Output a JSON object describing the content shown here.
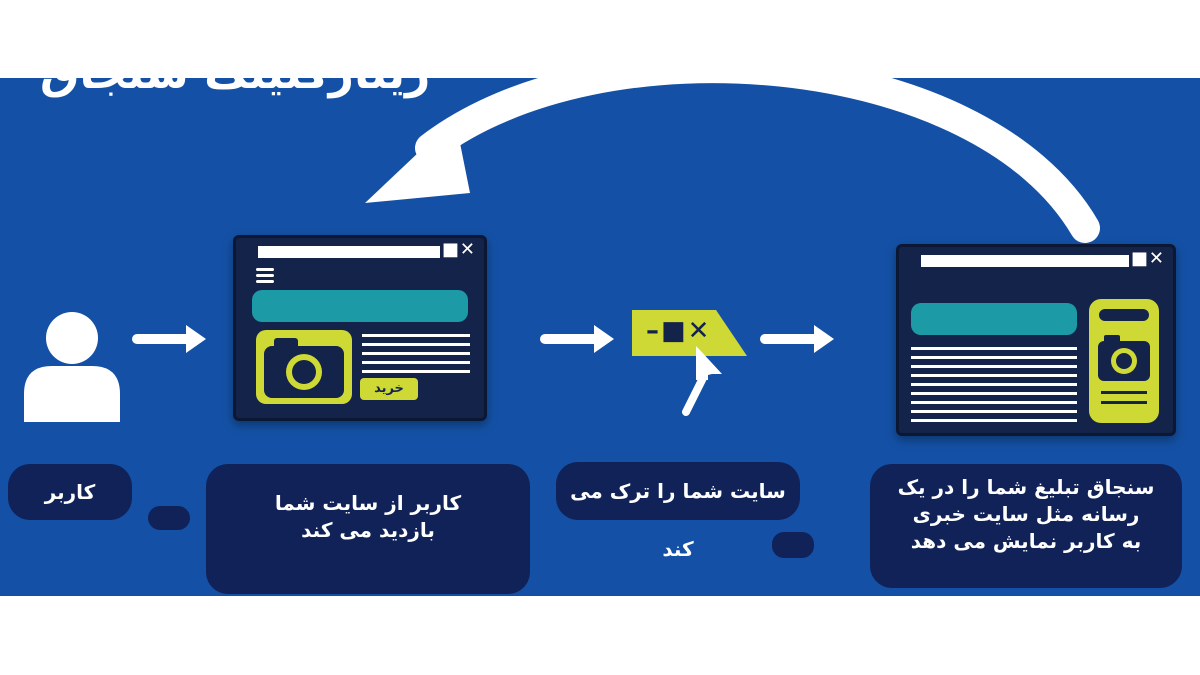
{
  "title": "ریتارگتینگ سنجاق",
  "steps": [
    {
      "label": "کاربر"
    },
    {
      "label_line1": "کاربر از سایت شما",
      "label_line2": "بازدید می کند",
      "button_label": "خرید"
    },
    {
      "label": "سایت شما را ترک می کند",
      "window_controls": "–■✕"
    },
    {
      "label_line1": "سنجاق تبلیغ شما را در یک",
      "label_line2": "رسانه مثل سایت خبری",
      "label_line3": "به کاربر نمایش می دهد"
    }
  ],
  "window_controls": "–■✕",
  "icons": [
    "user-icon",
    "camera-icon",
    "cursor-icon",
    "hamburger-icon",
    "arrow-right-icon",
    "curved-arrow-icon"
  ],
  "colors": {
    "background": "#1451a6",
    "bubble": "#102257",
    "browser": "#14234a",
    "accent": "#cfd935",
    "teal": "#1c9aa6"
  }
}
